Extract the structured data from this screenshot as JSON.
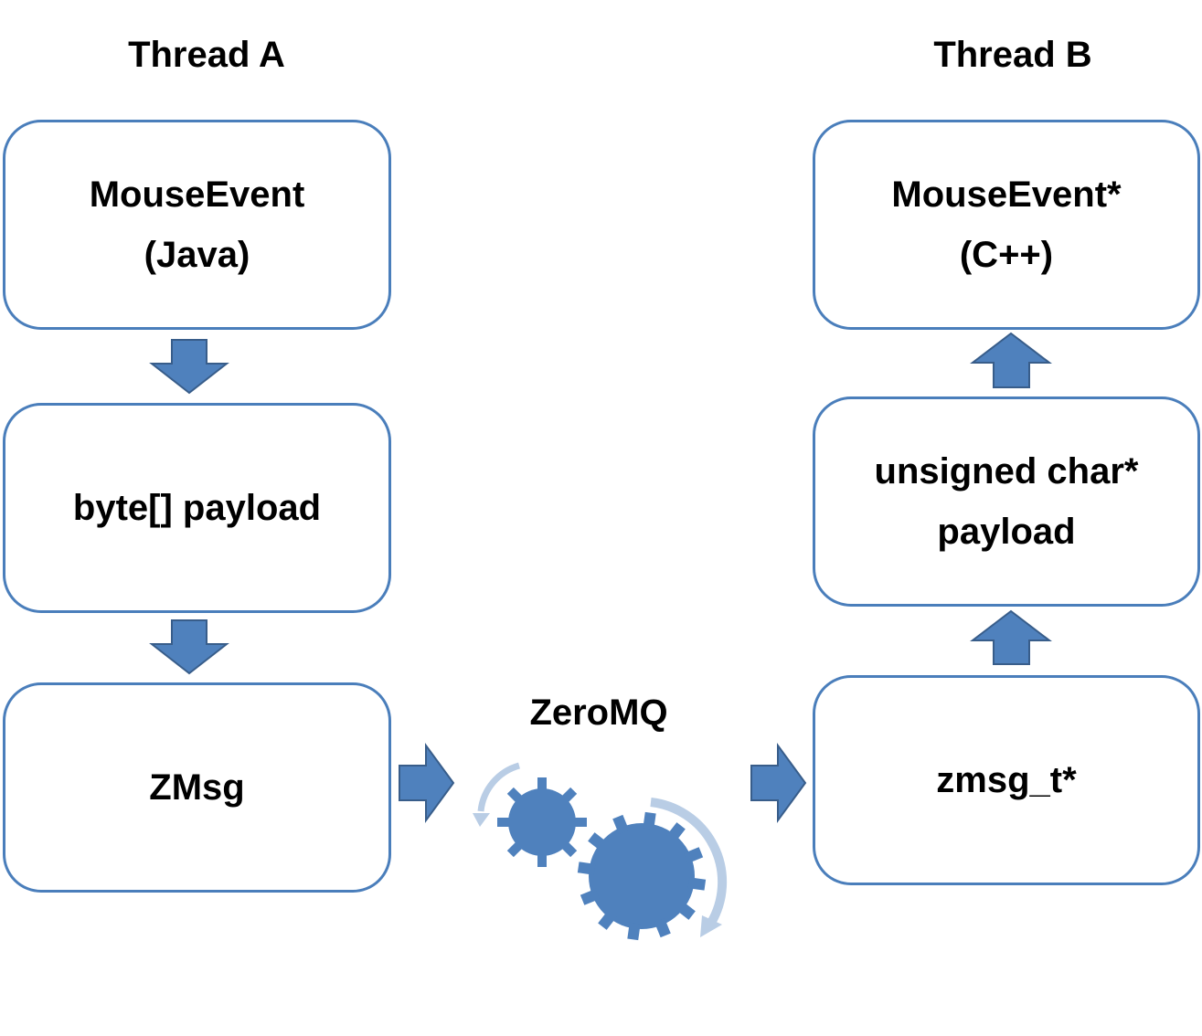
{
  "thread_a": {
    "title": "Thread A",
    "boxes": [
      "MouseEvent\n(Java)",
      "byte[] payload",
      "ZMsg"
    ]
  },
  "thread_b": {
    "title": "Thread B",
    "boxes": [
      "MouseEvent*\n(C++)",
      "unsigned char*\npayload",
      "zmsg_t*"
    ]
  },
  "transport": {
    "label": "ZeroMQ",
    "icon": "gears-icon"
  },
  "colors": {
    "box_border": "#4a7ebb",
    "arrow_fill": "#4f81bd",
    "arrow_stroke": "#385d8a",
    "gear": "#4f81bd",
    "gear_arrow": "#b9cde5"
  }
}
